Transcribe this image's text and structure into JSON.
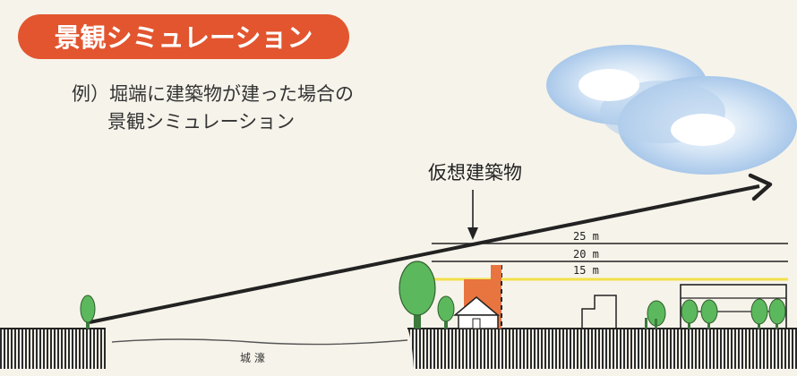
{
  "title_badge": "景観シミュレーション",
  "description": {
    "line1": "例）堀端に建築物が建った場合の",
    "line2": "景観シミュレーション"
  },
  "building_label": "仮想建築物",
  "height_lines": [
    {
      "label": "25 m"
    },
    {
      "label": "20 m"
    },
    {
      "label": "15 m"
    }
  ],
  "moat_label": "城 濠",
  "colors": {
    "badge": "#e2552f",
    "building": "#e8743f",
    "highlight_line": "#f2e04a",
    "tree": "#5cb85c",
    "sky_cloud": "#bcd6ef"
  }
}
